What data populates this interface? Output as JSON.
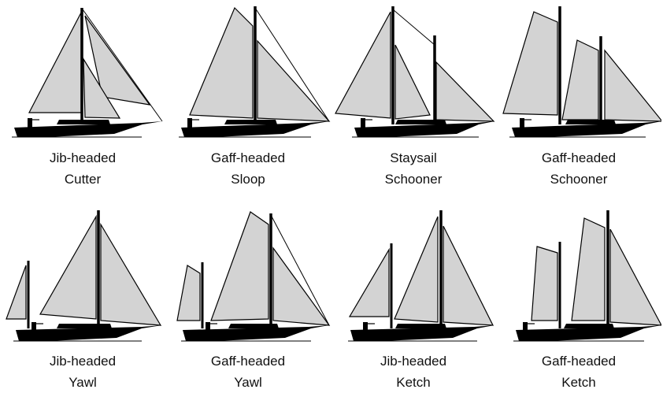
{
  "colors": {
    "sail": "#d3d3d3",
    "hull": "#000000",
    "line": "#000000",
    "background": "#ffffff"
  },
  "rigs": [
    {
      "line1": "Jib-headed",
      "line2": "Cutter"
    },
    {
      "line1": "Gaff-headed",
      "line2": "Sloop"
    },
    {
      "line1": "Staysail",
      "line2": "Schooner"
    },
    {
      "line1": "Gaff-headed",
      "line2": "Schooner"
    },
    {
      "line1": "Jib-headed",
      "line2": "Yawl"
    },
    {
      "line1": "Gaff-headed",
      "line2": "Yawl"
    },
    {
      "line1": "Jib-headed",
      "line2": "Ketch"
    },
    {
      "line1": "Gaff-headed",
      "line2": "Ketch"
    }
  ]
}
